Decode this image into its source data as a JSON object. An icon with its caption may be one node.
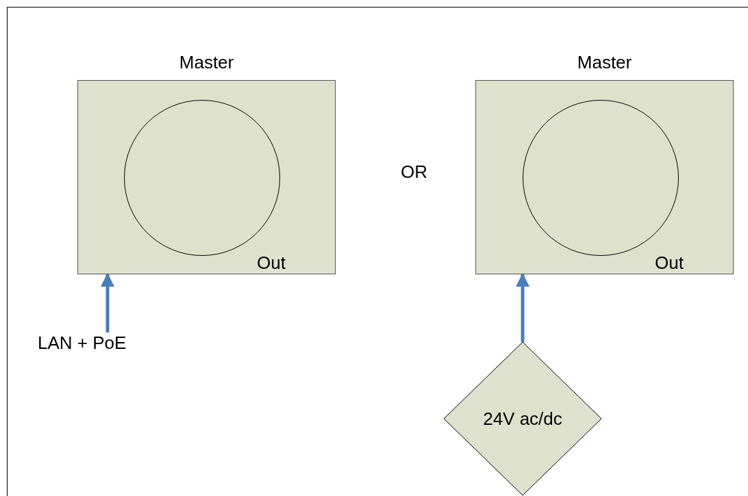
{
  "diagram": {
    "nodes": [
      {
        "text": [
          "Master",
          "Out"
        ]
      },
      {
        "text": [],
        "shape": "circle",
        "in": 0
      },
      {
        "text": [
          "Master",
          "Out"
        ]
      },
      {
        "text": [],
        "shape": "circle",
        "in": 2
      },
      {
        "text": [
          "LAN + PoE"
        ]
      },
      {
        "text": [
          "24V ac/dc"
        ]
      }
    ],
    "edges": [
      {
        "from": 4,
        "to": 0,
        "arrow": "to"
      },
      {
        "from": 5,
        "to": 2,
        "arrow": "to"
      }
    ],
    "labels": [
      "OR"
    ]
  }
}
